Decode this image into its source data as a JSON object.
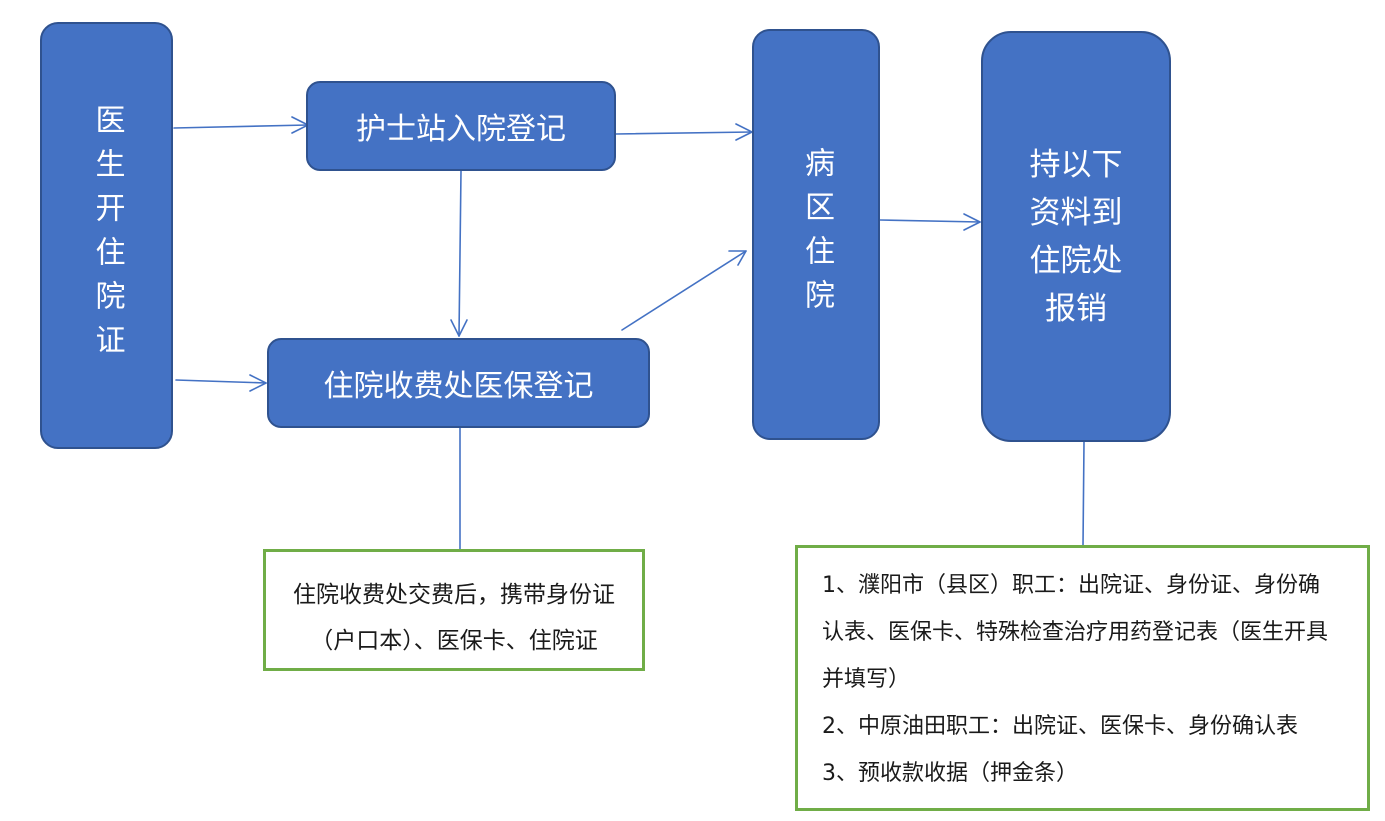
{
  "nodes": {
    "doctor": "医生开住院证",
    "nurse_station": "护士站入院登记",
    "billing_office": "住院收费处医保登记",
    "ward": "病区住院",
    "reimburse": [
      "持以下",
      "资料到",
      "住院处",
      "报销"
    ]
  },
  "notes": {
    "billing": {
      "lines": [
        "住院收费处交费后，携带身份证",
        "（户口本）、医保卡、住院证"
      ]
    },
    "reimburse": {
      "lines": [
        "1、濮阳市（县区）职工：出院证、身份证、身份确",
        "认表、医保卡、特殊检查治疗用药登记表（医生开具",
        "并填写）",
        "2、中原油田职工：出院证、医保卡、身份确认表",
        "3、预收款收据（押金条）"
      ]
    }
  },
  "colors": {
    "node_fill": "#4472C4",
    "node_border": "#2F528F",
    "note_border": "#70AD47",
    "connector": "#4472C4"
  }
}
